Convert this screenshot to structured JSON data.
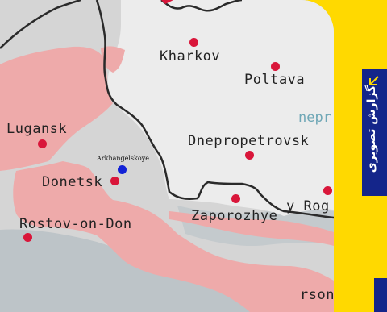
{
  "map": {
    "labels": {
      "kharkov": "Kharkov",
      "poltava": "Poltava",
      "dnieper": "nepr",
      "lugansk": "Lugansk",
      "dnepropetrovsk": "Dnepropetrovsk",
      "arkhangelskoye": "Arkhangelskoye",
      "donetsk": "Donetsk",
      "krivoy_rog": "y Rog",
      "zaporozhye": "Zaporozhye",
      "rostov": "Rostov-on-Don",
      "kherson": "rson"
    },
    "colors": {
      "land": "#ececec",
      "occupied": "#eeaaaa",
      "contested": "#d5d5d5",
      "sea": "#bdc4c8",
      "border": "#2a2a2a",
      "city_dot": "#d9163a",
      "marker_dot": "#1222d6"
    }
  },
  "sidebar": {
    "badge_text": "گزارش تصویری",
    "badge_icon": "diagonal-arrow-icon",
    "background": "#ffd900",
    "badge_color": "#14258a"
  }
}
